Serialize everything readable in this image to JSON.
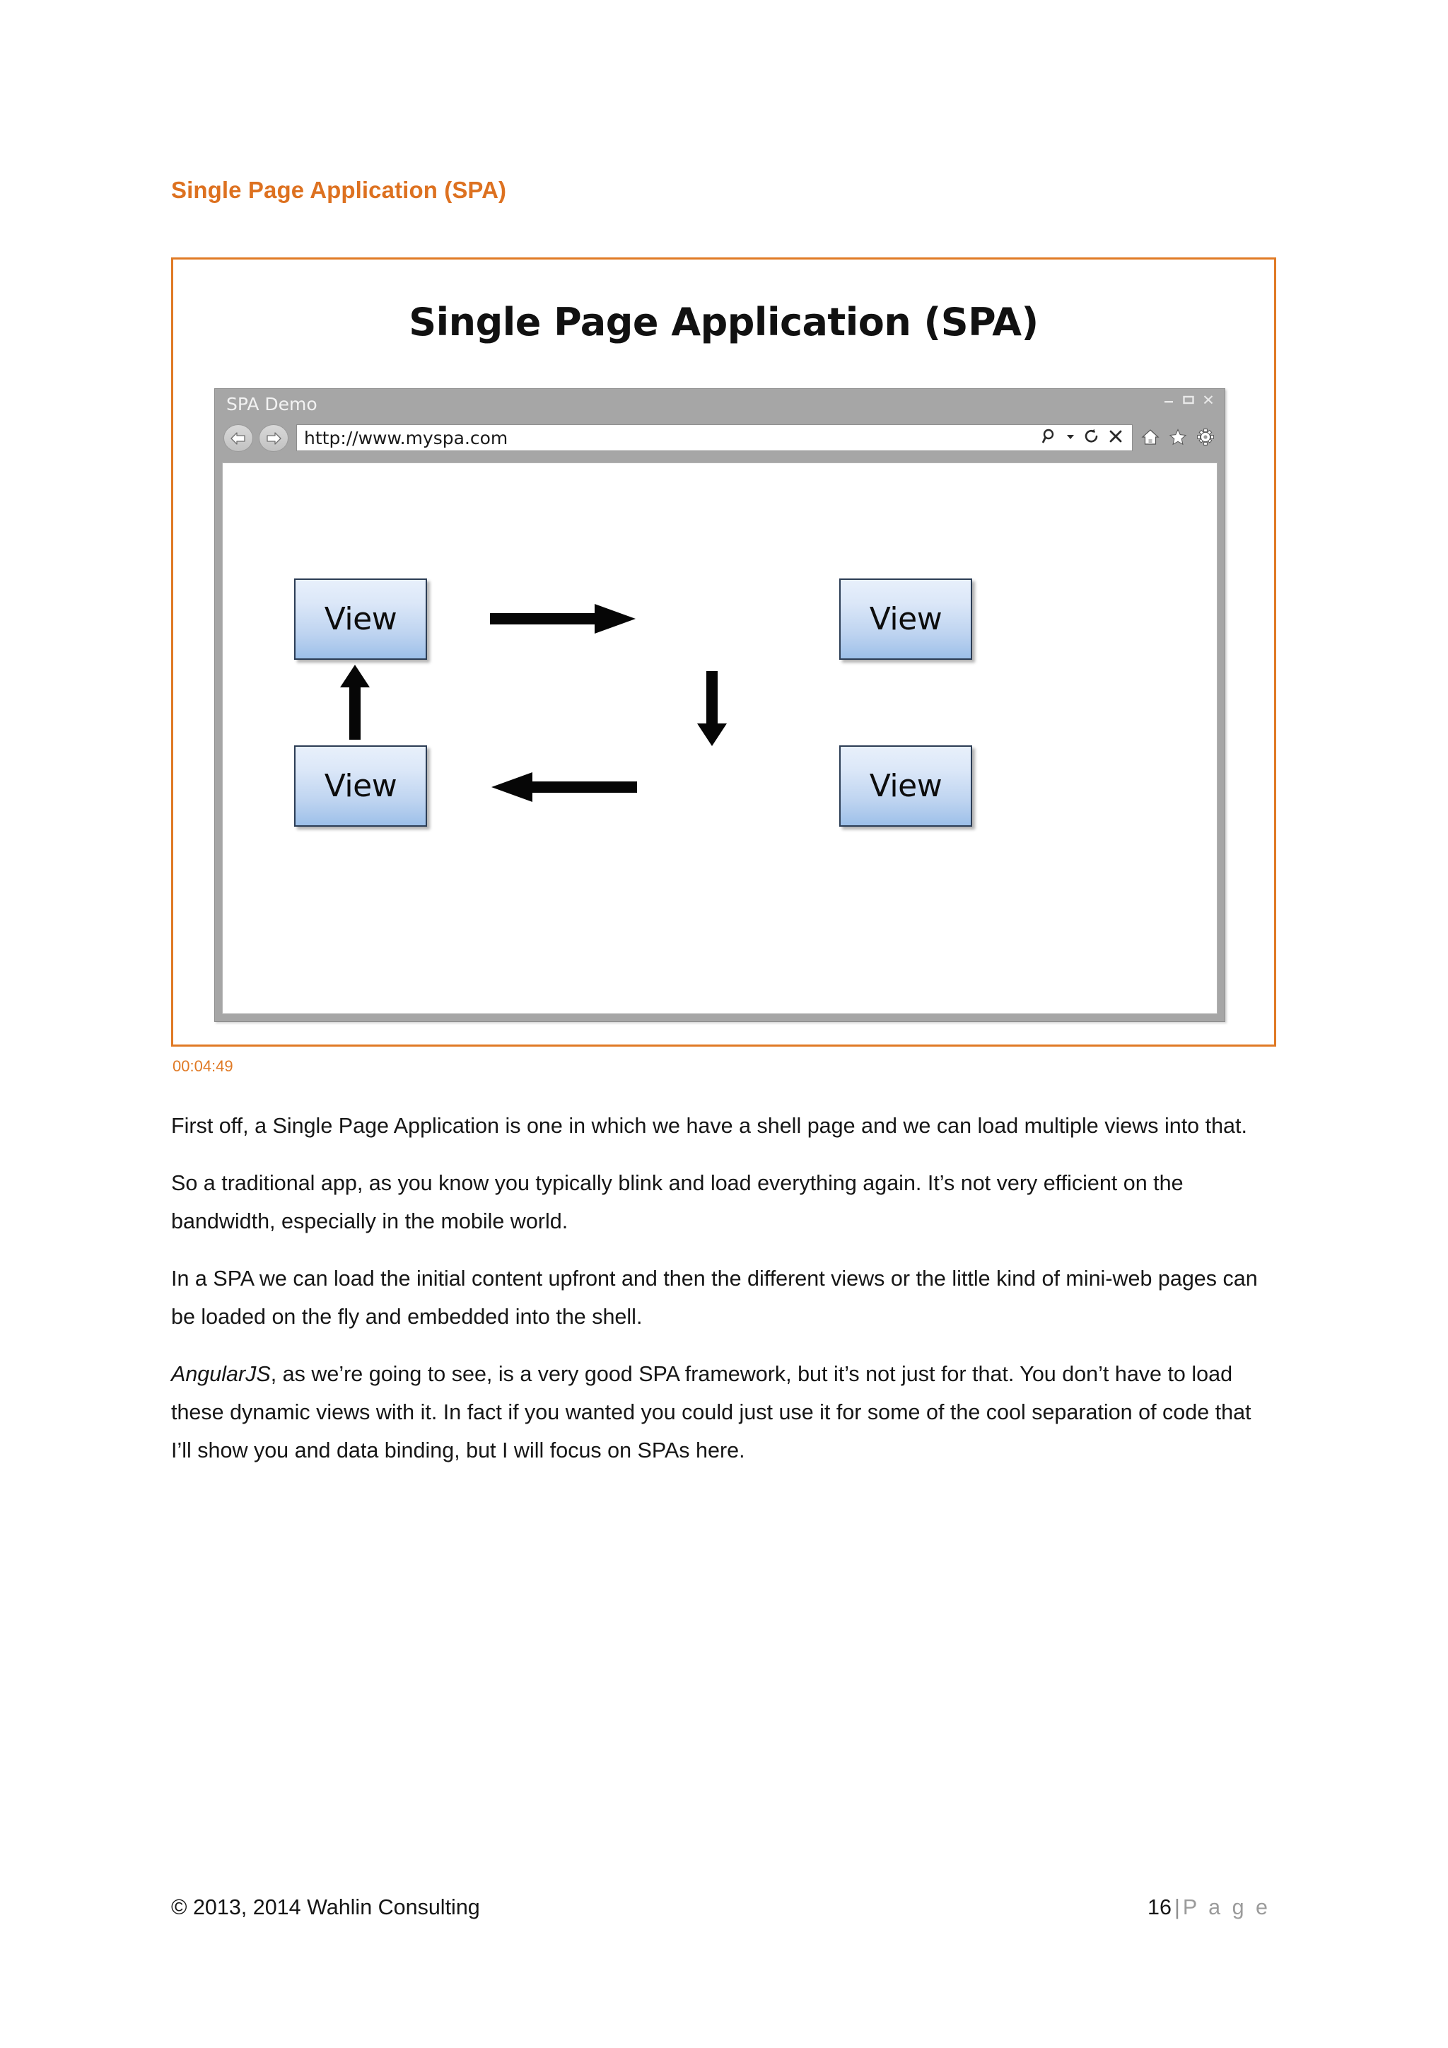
{
  "document": {
    "heading": "Single Page Application (SPA)",
    "timestamp": "00:04:49"
  },
  "figure": {
    "title": "Single Page Application (SPA)",
    "browser": {
      "window_title": "SPA Demo",
      "url": "http://www.myspa.com",
      "window_controls": [
        "minimize-icon",
        "maximize-icon",
        "close-icon"
      ],
      "address_icons": [
        "search-icon",
        "dropdown-caret-icon",
        "refresh-icon",
        "stop-icon"
      ],
      "toolbar_icons": [
        "home-icon",
        "favorites-star-icon",
        "settings-gear-icon"
      ],
      "nav_icons": [
        "back-arrow-icon",
        "forward-arrow-icon"
      ]
    },
    "boxes": [
      {
        "label": "View",
        "position": "top-left"
      },
      {
        "label": "View",
        "position": "top-right"
      },
      {
        "label": "View",
        "position": "bottom-left"
      },
      {
        "label": "View",
        "position": "bottom-right"
      }
    ],
    "arrows": [
      {
        "direction": "right",
        "from": "top-left",
        "to": "top-right"
      },
      {
        "direction": "down",
        "from": "top-right",
        "to": "bottom-right"
      },
      {
        "direction": "left",
        "from": "bottom-right",
        "to": "bottom-left"
      },
      {
        "direction": "up",
        "from": "bottom-left",
        "to": "top-left"
      }
    ]
  },
  "paragraphs": {
    "p1": "First off, a Single Page Application is one in which we have a shell page and we can load multiple views into that.",
    "p2": "So a traditional app, as you know you typically blink and load everything again. It’s not very efficient on the bandwidth, especially in the mobile world.",
    "p3": "In a SPA we can load the initial content upfront and then the different views or the little kind of mini-web pages can be loaded on the fly and embedded into the shell.",
    "p4_italic_lead": "AngularJS",
    "p4_rest": ", as we’re going to see, is a very good SPA framework, but it’s not just for that. You don’t have to load these dynamic views with it. In fact if you wanted you could just use it for some of the cool separation of code that I’ll show you and data binding, but I will focus on SPAs here."
  },
  "footer": {
    "copyright": "© 2013, 2014 Wahlin Consulting",
    "page_number": "16",
    "separator": "|",
    "page_word": "P a g e"
  },
  "colors": {
    "accent_orange": "#E07A25",
    "heading_orange": "#DD7120",
    "text_black": "#161616",
    "box_blue_light": "#e8f0fb",
    "box_blue_dark": "#9dc0e9",
    "box_border": "#2c3d55",
    "browser_chrome": "#a6a6a6"
  }
}
